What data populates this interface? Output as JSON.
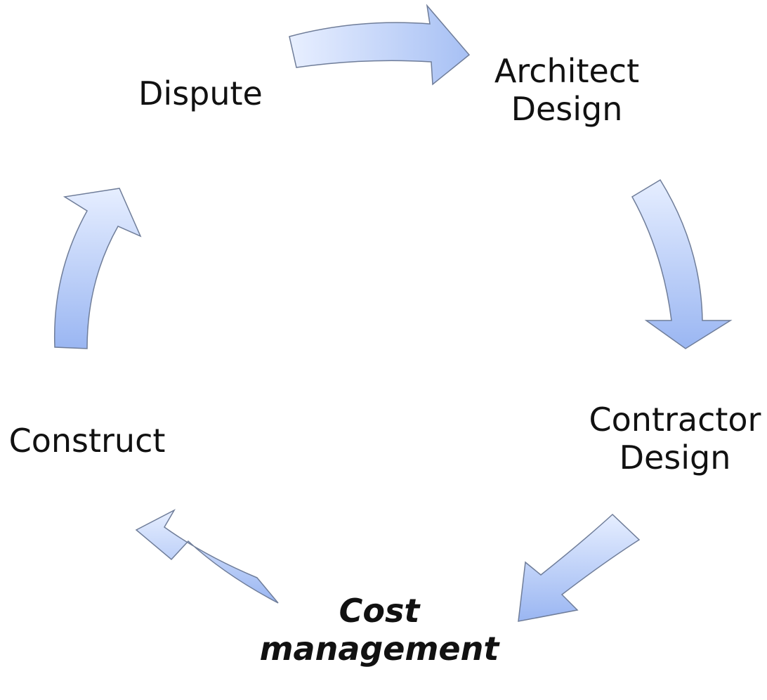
{
  "diagram": {
    "arrow_fill_top": "#e6eeff",
    "arrow_fill_bottom": "#9ab6f2",
    "arrow_stroke": "#6f7d99",
    "nodes": [
      {
        "id": "dispute",
        "lines": [
          "Dispute"
        ],
        "emphasis": false
      },
      {
        "id": "architect-design",
        "lines": [
          "Architect",
          "Design"
        ],
        "emphasis": false
      },
      {
        "id": "contractor-design",
        "lines": [
          "Contractor",
          "Design"
        ],
        "emphasis": false
      },
      {
        "id": "cost-management",
        "lines": [
          "Cost",
          "management"
        ],
        "emphasis": true
      },
      {
        "id": "construct",
        "lines": [
          "Construct"
        ],
        "emphasis": false
      }
    ],
    "edges": [
      {
        "from": "dispute",
        "to": "architect-design"
      },
      {
        "from": "architect-design",
        "to": "contractor-design"
      },
      {
        "from": "contractor-design",
        "to": "cost-management"
      },
      {
        "from": "cost-management",
        "to": "construct"
      },
      {
        "from": "construct",
        "to": "dispute"
      }
    ]
  }
}
